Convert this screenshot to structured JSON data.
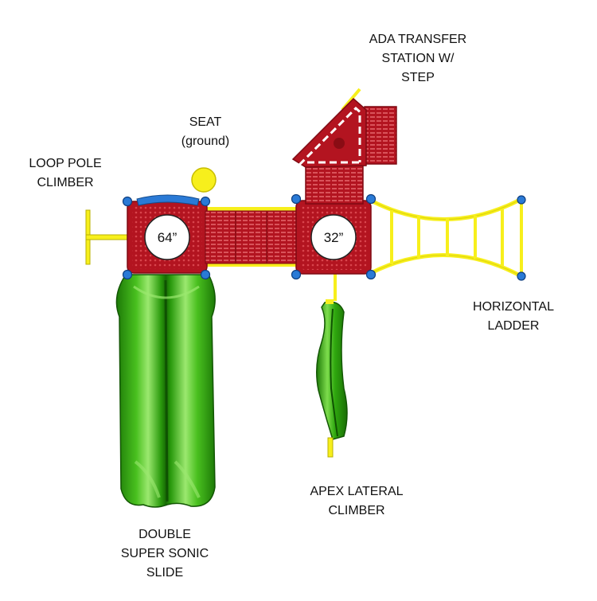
{
  "labels": {
    "ada": [
      "ADA TRANSFER",
      "STATION W/",
      "STEP"
    ],
    "seat": [
      "SEAT",
      "(ground)"
    ],
    "loop_pole": [
      "LOOP POLE",
      "CLIMBER"
    ],
    "horizontal_ladder": [
      "HORIZONTAL",
      "LADDER"
    ],
    "apex": [
      "APEX LATERAL",
      "CLIMBER"
    ],
    "slide": [
      "DOUBLE",
      "SUPER SONIC",
      "SLIDE"
    ]
  },
  "heights": {
    "left_deck": "64”",
    "right_deck": "32”"
  },
  "colors": {
    "deck_red": "#b0121c",
    "frame_yellow": "#f7ef1c",
    "slide_green": "#2fa80f",
    "clamp_blue": "#1e6fcf"
  }
}
